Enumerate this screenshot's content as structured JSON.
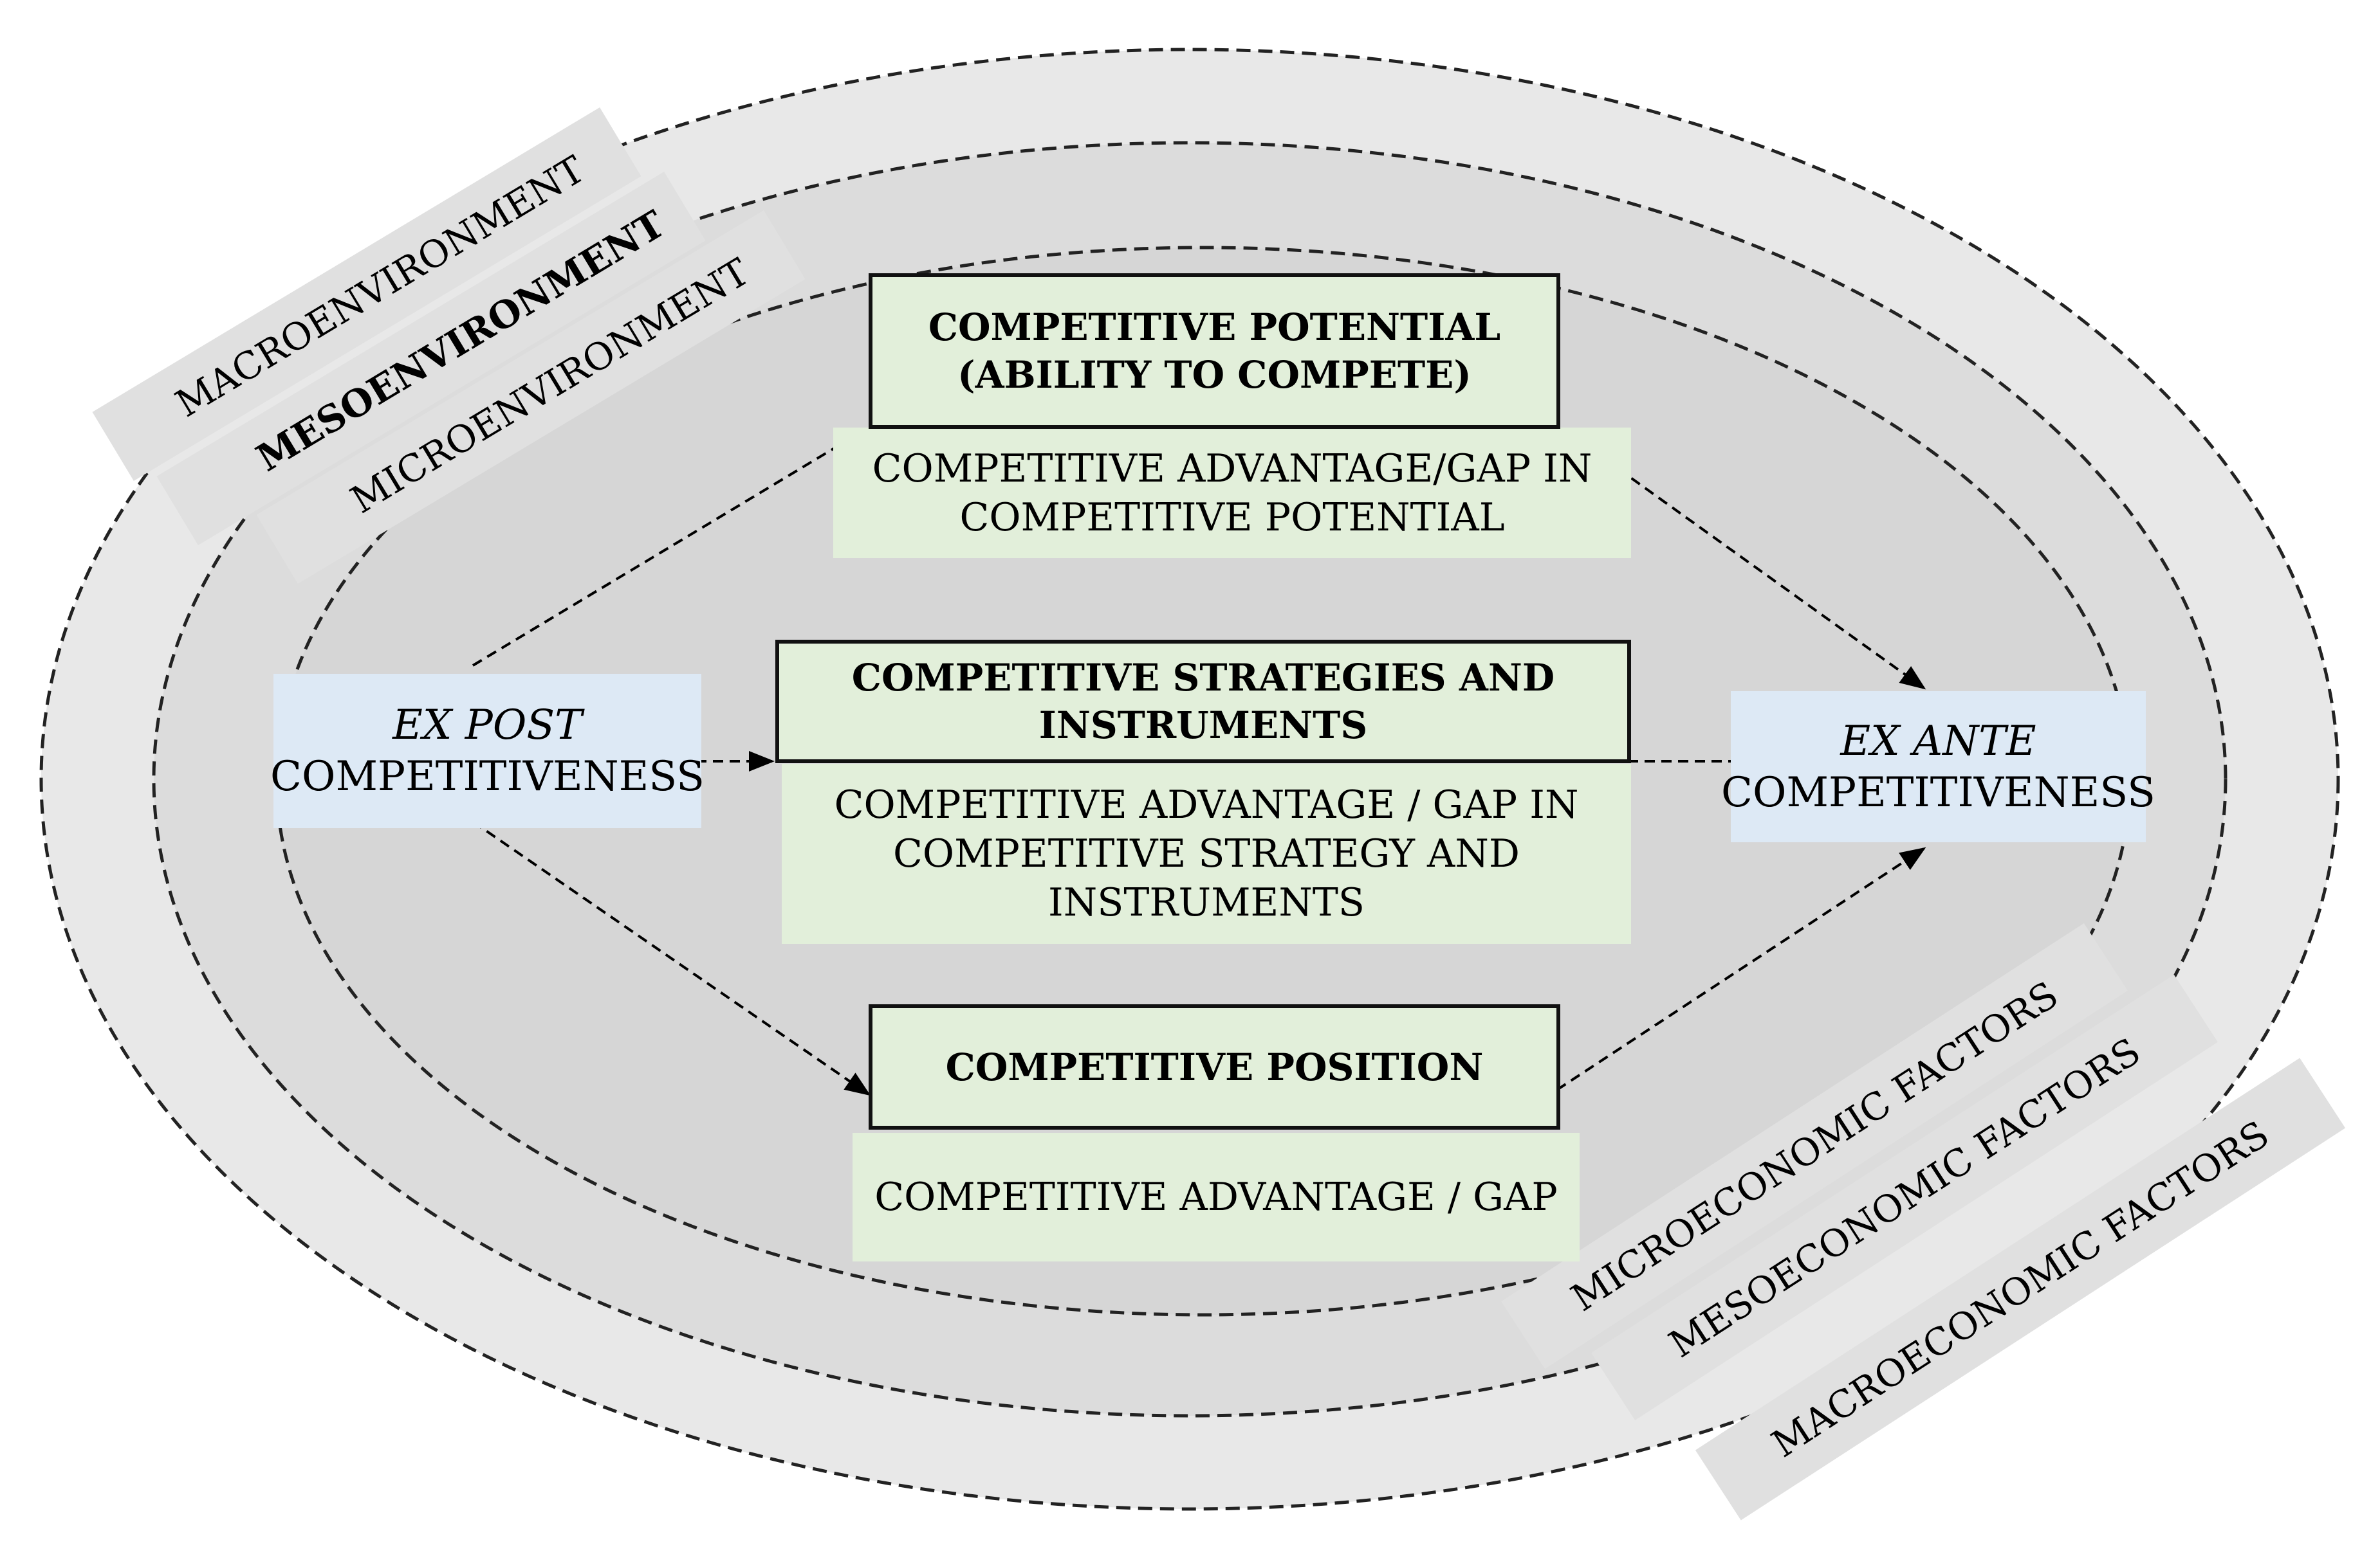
{
  "environments": {
    "macro": "MACROENVIRONMENT",
    "meso": "MESOENVIRONMENT",
    "micro": "MICROENVIRONMENT"
  },
  "factors": {
    "micro": "MICROECONOMIC FACTORS",
    "meso": "MESOECONOMIC FACTORS",
    "macro": "MACROECONOMIC FACTORS"
  },
  "ex_post": {
    "line1": "EX POST",
    "line2": "COMPETITIVENESS"
  },
  "ex_ante": {
    "line1": "EX ANTE",
    "line2": "COMPETITIVENESS"
  },
  "potential": {
    "title_line1": "COMPETITIVE POTENTIAL",
    "title_line2": "(ABILITY TO COMPETE)",
    "sub_line1": "COMPETITIVE ADVANTAGE/GAP IN",
    "sub_line2": "COMPETITIVE POTENTIAL"
  },
  "strategies": {
    "title_line1": "COMPETITIVE STRATEGIES AND",
    "title_line2": "INSTRUMENTS",
    "sub_line1": "COMPETITIVE ADVANTAGE / GAP IN",
    "sub_line2": "COMPETITIVE STRATEGY AND",
    "sub_line3": "INSTRUMENTS"
  },
  "position": {
    "title": "COMPETITIVE POSITION",
    "sub": "COMPETITIVE ADVANTAGE / GAP"
  },
  "colors": {
    "outer_ring": "#e8e8e8",
    "middle_ring": "#dcdcdc",
    "inner_ring": "#d6d6d6",
    "band": "#e0e0e0",
    "green_box": "#e2efda",
    "blue_box": "#dde9f5"
  }
}
